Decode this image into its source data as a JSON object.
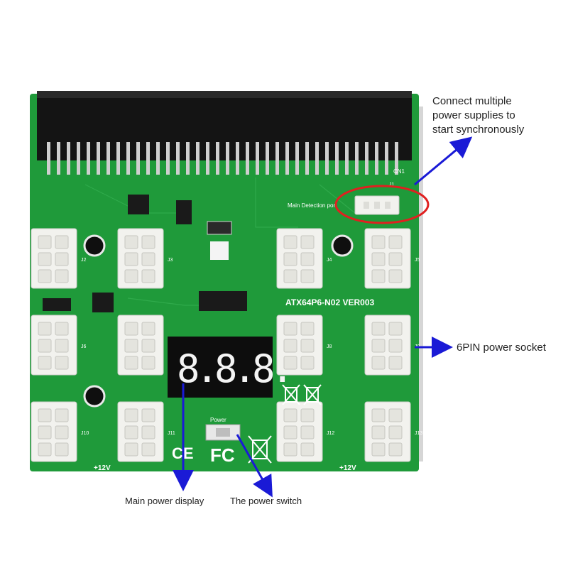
{
  "callouts": {
    "sync_line1": "Connect multiple",
    "sync_line2": "power supplies to",
    "sync_line3": "start synchronously",
    "socket": "6PIN power socket",
    "display": "Main power display",
    "switch": "The power switch"
  },
  "board": {
    "model": "ATX64P6-N02 VER003",
    "detection_port": "Main Detection port",
    "power_label": "Power",
    "voltage_left": "+12V",
    "voltage_right": "+12V",
    "connector_id": "CN1",
    "port_id": "J1",
    "display_digits": "8.8.8.",
    "fc_mark": "FC",
    "ce_mark": "CE",
    "socket_labels": [
      "J2",
      "J3",
      "J4",
      "J5",
      "J6",
      "J7",
      "J8",
      "J9",
      "J10",
      "J11",
      "J12",
      "J13"
    ]
  },
  "colors": {
    "pcb": "#1f9a3a",
    "pcb_dark": "#157a2b",
    "arrow": "#1a1ad6",
    "highlight": "#e02020",
    "connector": "#f2f2ee",
    "display_bg": "#0d0d0d",
    "display_digit": "#f4f4f4"
  }
}
